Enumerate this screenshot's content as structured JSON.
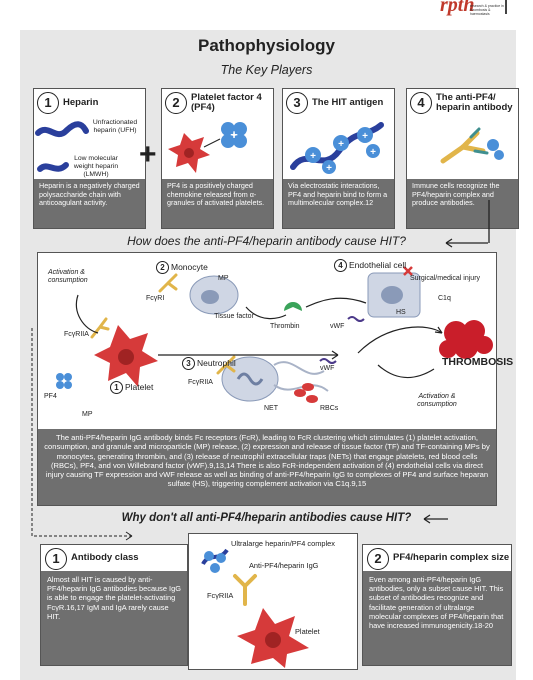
{
  "logo": {
    "mark": "rpth",
    "tagline": "research & practice in thrombosis & haemostasis"
  },
  "title": "Pathophysiology",
  "subtitle": "The Key Players",
  "key_players": [
    {
      "num": "1",
      "title": "Heparin",
      "labels": [
        "Unfractionated heparin (UFH)",
        "Low molecular weight heparin (LMWH)"
      ],
      "desc": "Heparin is a negatively charged polysaccharide chain with anticoagulant activity."
    },
    {
      "num": "2",
      "title": "Platelet factor 4 (PF4)",
      "labels": [],
      "desc": "PF4 is a positively charged chemokine released from α-granules of activated platelets."
    },
    {
      "num": "3",
      "title": "The HIT antigen",
      "labels": [],
      "desc": "Via electrostatic interactions, PF4 and heparin bind to form a multimolecular complex.12"
    },
    {
      "num": "4",
      "title": "The anti-PF4/ heparin antibody",
      "labels": [],
      "desc": "Immune cells recognize the PF4/heparin complex and produce antibodies."
    }
  ],
  "question1": "How does the anti-PF4/heparin antibody cause HIT?",
  "mechanism": {
    "sections": [
      {
        "num": "2",
        "label": "Monocyte"
      },
      {
        "num": "4",
        "label": "Endothelial cell"
      },
      {
        "num": "3",
        "label": "Neutrophil"
      },
      {
        "num": "1",
        "label": "Platelet"
      }
    ],
    "labels": {
      "activation_left": "Activation & consumption",
      "activation_right": "Activation & consumption",
      "fcgri": "FcγRI",
      "fcgriia_top": "FcγRIIA",
      "fcgriia_neutrophil": "FcγRIIA",
      "mp_top": "MP",
      "mp_bottom": "MP",
      "tissue_factor": "Tissue factor",
      "thrombin": "Thrombin",
      "vwf_top": "vWF",
      "vwf_mid": "vWF",
      "surgical": "Surgical/medical injury",
      "c1q": "C1q",
      "hs": "HS",
      "pf4": "PF4",
      "net": "NET",
      "rbcs": "RBCs",
      "thrombosis": "THROMBOSIS"
    },
    "desc": "The anti-PF4/heparin IgG antibody binds Fc receptors (FcR), leading to FcR clustering which stimulates (1) platelet activation, consumption, and granule and microparticle (MP) release, (2) expression and release of tissue factor (TF) and TF-containing MPs by monocytes, generating thrombin, and (3) release of neutrophil extracellular traps (NETs) that engage platelets, red blood cells (RBCs), PF4, and von Willebrand factor (vWF).9,13,14 There is also FcR-independent activation of (4) endothelial cells via direct injury causing TF expression and vWF release as well as binding of anti-PF4/heparin IgG to complexes of PF4 and surface heparan sulfate (HS), triggering complement activation via C1q.9,15"
  },
  "question2": "Why don't all anti-PF4/heparin antibodies cause HIT?",
  "bottom": {
    "left": {
      "num": "1",
      "title": "Antibody class",
      "desc": "Almost all HIT is caused by anti-PF4/heparin IgG antibodies because IgG is able to engage the platelet-activating FcγR.16,17 IgM and IgA rarely cause HIT."
    },
    "middle": {
      "complex": "Ultralarge heparin/PF4 complex",
      "antibody": "Anti-PF4/heparin IgG",
      "receptor": "FcγRIIA",
      "platelet": "Platelet"
    },
    "right": {
      "num": "2",
      "title": "PF4/heparin complex size",
      "desc": "Even among anti-PF4/heparin IgG antibodies, only a subset cause HIT. This subset of antibodies recognize and facilitate generation of ultralarge molecular complexes of PF4/heparin that have increased immunogenicity.18-20"
    }
  },
  "colors": {
    "panel": "#e7e7e7",
    "desc_bg": "#6f6f6f",
    "platelet": "#d63a3a",
    "heparin": "#2a3f9c",
    "pf4": "#4a8fd8",
    "antibody": "#e1b54a",
    "thrombosis": "#c91e2a"
  }
}
